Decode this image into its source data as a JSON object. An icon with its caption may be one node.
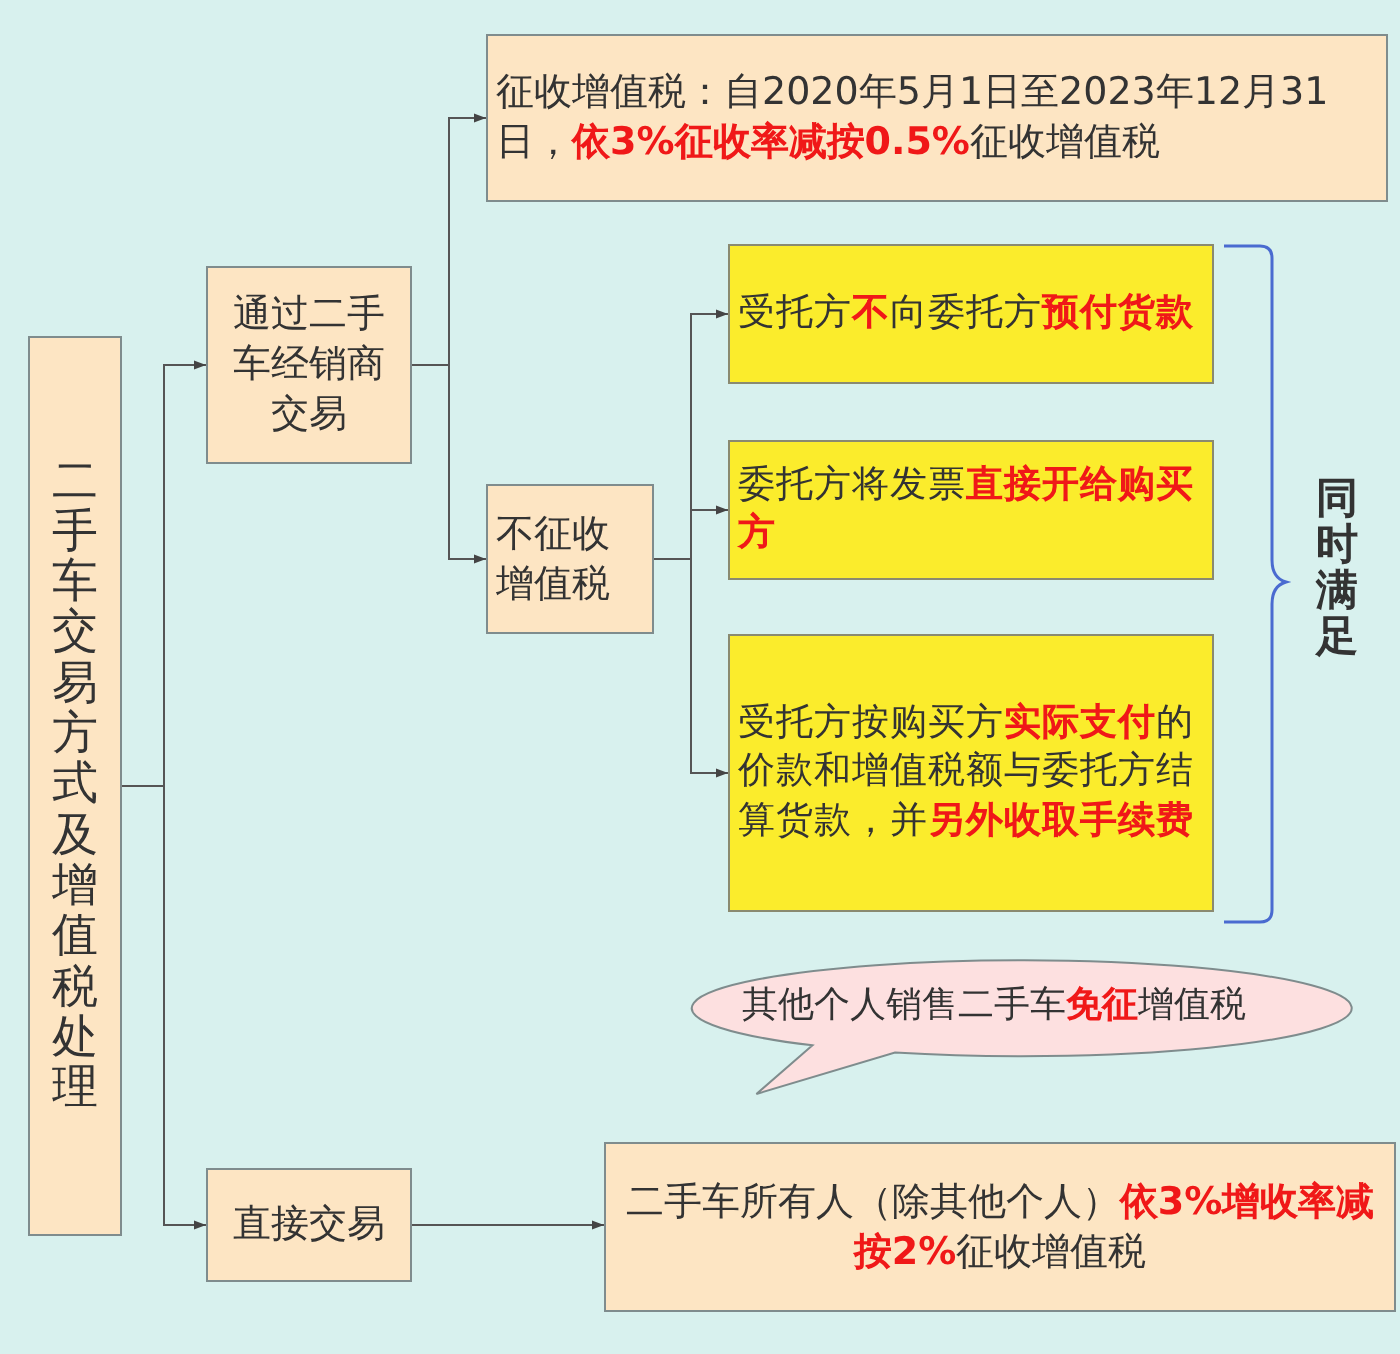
{
  "diagram": {
    "nodes": [
      {
        "text": [
          "二手车交易方式及增值税处理"
        ]
      },
      {
        "text": [
          "通过二手车经销商交易"
        ]
      },
      {
        "text": [
          "征收增值税：自2020年5月1日至2023年12月31日，**依3%征收率减按0.5%**征收增值税"
        ]
      },
      {
        "text": [
          "不征收增值税"
        ]
      },
      {
        "text": [
          "受托方**不**向委托方**预付货款**"
        ]
      },
      {
        "text": [
          "委托方将发票**直接开给购买方**"
        ]
      },
      {
        "text": [
          "受托方按购买方**实际支付**的价款和增值税额与委托方结算货款，并**另外收取手续费**"
        ]
      },
      {
        "text": [
          "其他个人销售二手车**免征**增值税"
        ]
      },
      {
        "text": [
          "直接交易"
        ]
      },
      {
        "text": [
          "二手车所有人（除其他个人）**依3%增收率减按2%**征收增值税"
        ]
      }
    ],
    "edges": [
      {
        "from": 0,
        "to": 1,
        "arrow": "to"
      },
      {
        "from": 0,
        "to": 8,
        "arrow": "to"
      },
      {
        "from": 1,
        "to": 2,
        "arrow": "to"
      },
      {
        "from": 1,
        "to": 3,
        "arrow": "to"
      },
      {
        "from": 3,
        "to": 4,
        "arrow": "to"
      },
      {
        "from": 3,
        "to": 5,
        "arrow": "to"
      },
      {
        "from": 3,
        "to": 6,
        "arrow": "to"
      },
      {
        "from": 8,
        "to": 9,
        "arrow": "to"
      }
    ],
    "labels": [
      "同时满足"
    ]
  }
}
